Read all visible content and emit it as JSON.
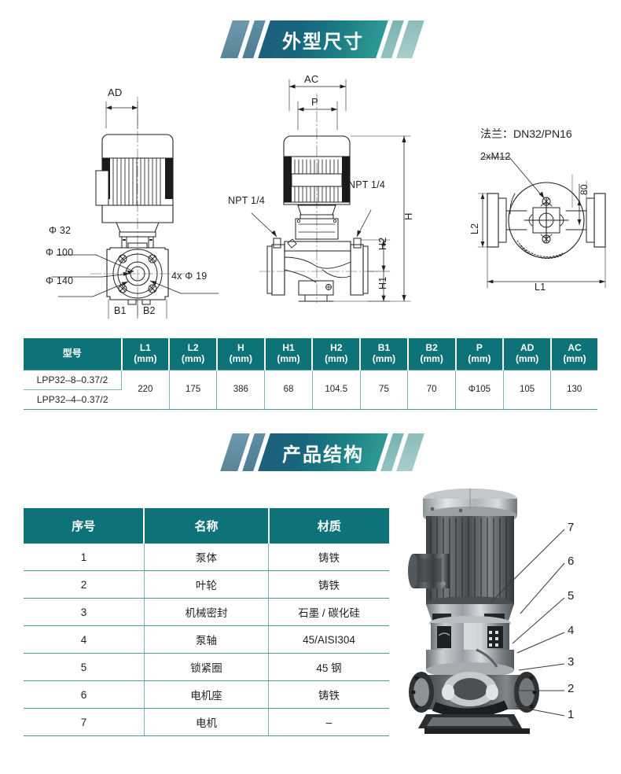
{
  "sections": {
    "dimensions": {
      "title": "外型尺寸"
    },
    "structure": {
      "title": "产品结构"
    }
  },
  "drawings": {
    "front_view": {
      "labels": {
        "ad": "AD",
        "phi32": "Φ 32",
        "phi100": "Φ 100",
        "phi140": "Φ 140",
        "holes": "4x Φ 19",
        "b1": "B1",
        "b2": "B2"
      }
    },
    "side_view": {
      "labels": {
        "ac": "AC",
        "p": "P",
        "h": "H",
        "h1": "H1",
        "h2": "H2",
        "npt_left": "NPT 1/4",
        "npt_right": "NPT 1/4"
      }
    },
    "top_view": {
      "labels": {
        "flange_note": "法兰：DN32/PN16",
        "bolts": "2xM12",
        "dim80": "80",
        "l1": "L1",
        "l2": "L2"
      }
    }
  },
  "dimension_table": {
    "headers": [
      {
        "name": "型号",
        "unit": ""
      },
      {
        "name": "L1",
        "unit": "(mm)"
      },
      {
        "name": "L2",
        "unit": "(mm)"
      },
      {
        "name": "H",
        "unit": "(mm)"
      },
      {
        "name": "H1",
        "unit": "(mm)"
      },
      {
        "name": "H2",
        "unit": "(mm)"
      },
      {
        "name": "B1",
        "unit": "(mm)"
      },
      {
        "name": "B2",
        "unit": "(mm)"
      },
      {
        "name": "P",
        "unit": "(mm)"
      },
      {
        "name": "AD",
        "unit": "(mm)"
      },
      {
        "name": "AC",
        "unit": "(mm)"
      }
    ],
    "models": [
      "LPP32–8–0.37/2",
      "LPP32–4–0.37/2"
    ],
    "values": {
      "L1": "220",
      "L2": "175",
      "H": "386",
      "H1": "68",
      "H2": "104.5",
      "B1": "75",
      "B2": "70",
      "P": "Φ105",
      "AD": "105",
      "AC": "130"
    }
  },
  "structure_table": {
    "headers": [
      "序号",
      "名称",
      "材质"
    ],
    "rows": [
      {
        "no": "1",
        "name": "泵体",
        "material": "铸铁"
      },
      {
        "no": "2",
        "name": "叶轮",
        "material": "铸铁"
      },
      {
        "no": "3",
        "name": "机械密封",
        "material": "石墨 / 碳化硅"
      },
      {
        "no": "4",
        "name": "泵轴",
        "material": "45/AISI304"
      },
      {
        "no": "5",
        "name": "锁紧圈",
        "material": "45 钢"
      },
      {
        "no": "6",
        "name": "电机座",
        "material": "铸铁"
      },
      {
        "no": "7",
        "name": "电机",
        "material": "–"
      }
    ]
  },
  "product_photo": {
    "callouts": [
      "1",
      "2",
      "3",
      "4",
      "5",
      "6",
      "7"
    ]
  },
  "colors": {
    "header_teal": "#0e7378",
    "banner_dark": "#1d5f7e",
    "banner_light": "#2e9a94",
    "table_border": "#4a9a9c"
  }
}
